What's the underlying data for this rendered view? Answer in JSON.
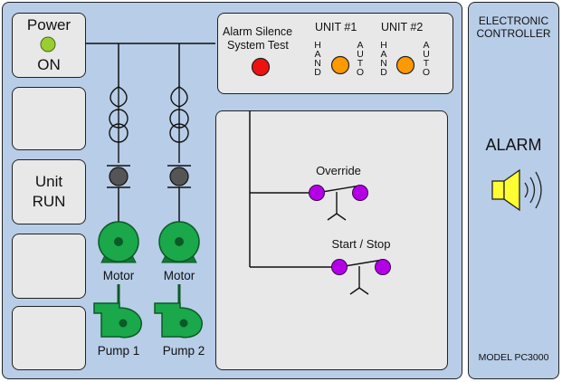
{
  "left_column": {
    "power": {
      "title": "Power",
      "status": "ON",
      "indicator_color": "#9acd32"
    },
    "unit_run": {
      "line1": "Unit",
      "line2": "RUN"
    }
  },
  "alarm_panel": {
    "silence_line1": "Alarm Silence",
    "silence_line2": "System Test",
    "silence_indicator_color": "#ee1111",
    "unit1": {
      "title": "UNIT #1",
      "hand": "H\nA\nN\nD",
      "auto": "A\nU\nT\nO",
      "indicator_color": "#ff9900"
    },
    "unit2": {
      "title": "UNIT #2",
      "hand": "H\nA\nN\nD",
      "auto": "A\nU\nT\nO",
      "indicator_color": "#ff9900"
    }
  },
  "equipment": {
    "motor1": "Motor",
    "motor2": "Motor",
    "pump1": "Pump 1",
    "pump2": "Pump 2",
    "equipment_color": "#1aa84a"
  },
  "switches": {
    "override": "Override",
    "start_stop": "Start / Stop",
    "contact_color": "#b400e6"
  },
  "controller": {
    "line1": "ELECTRONIC",
    "line2": "CONTROLLER",
    "alarm": "ALARM",
    "model": "MODEL PC3000",
    "speaker_color": "#ffff33"
  }
}
